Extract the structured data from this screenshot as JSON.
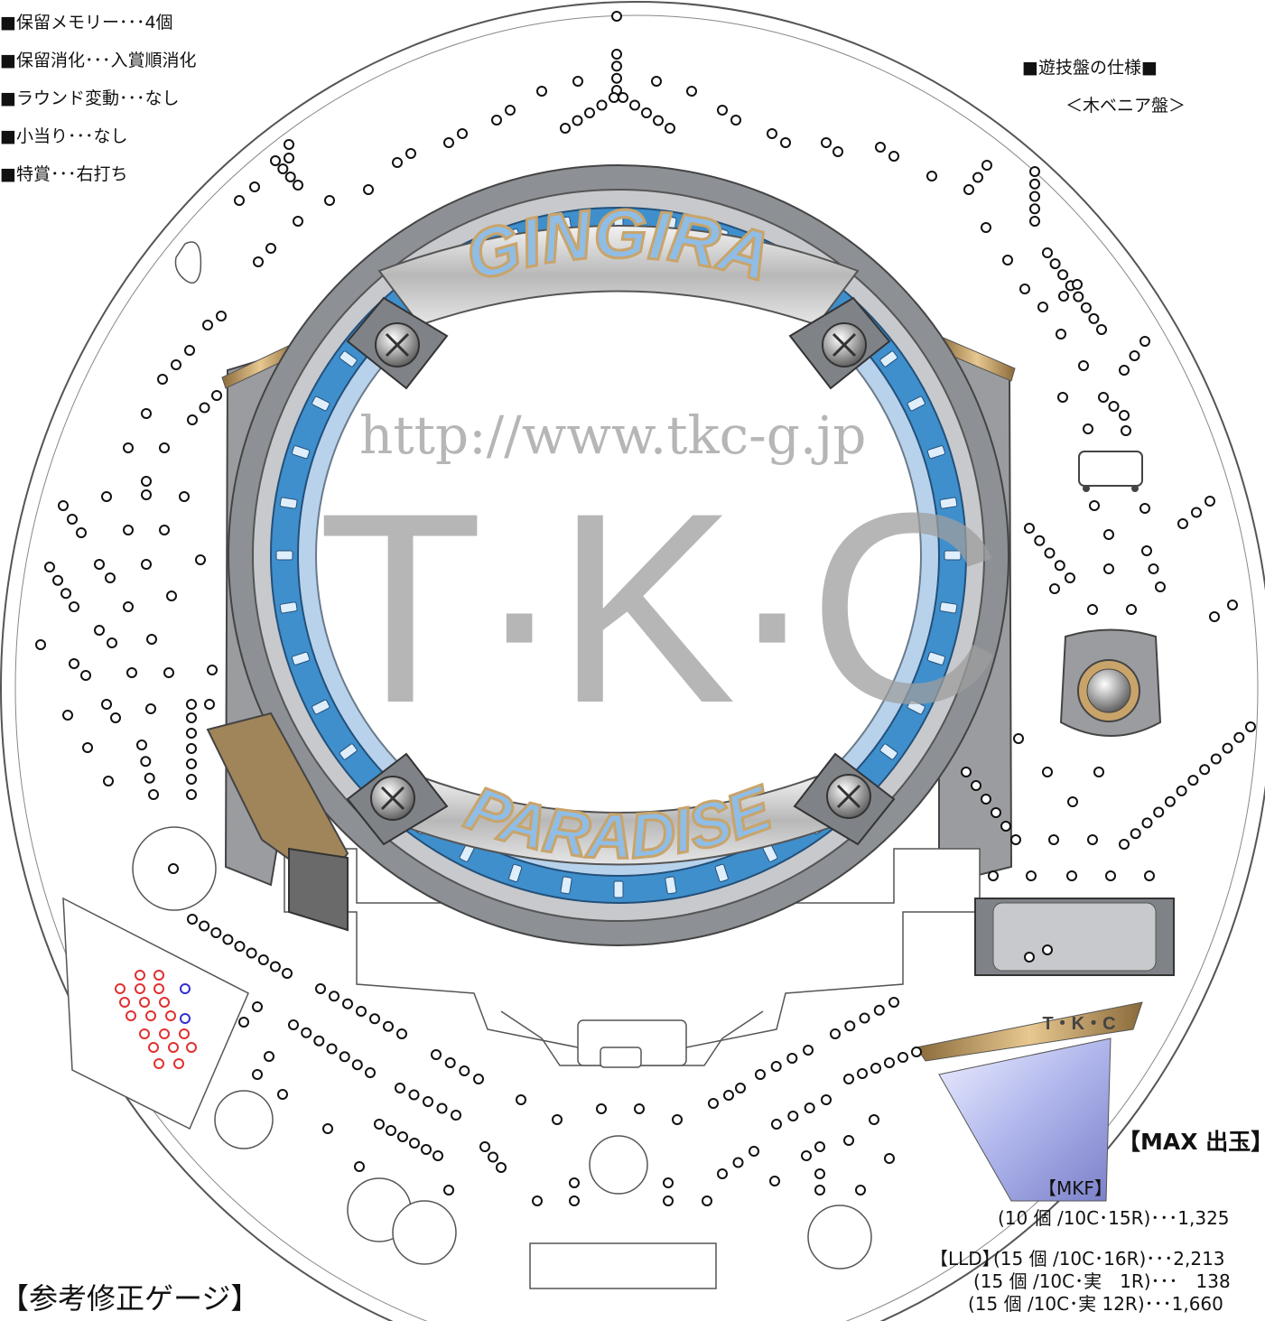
{
  "specs": [
    "■保留メモリー･･･4個",
    "■保留消化･･･入賞順消化",
    "■ラウンド変動･･･なし",
    "■小当り･･･なし",
    "■特賞･･･右打ち"
  ],
  "board": {
    "title": "■遊技盤の仕様■",
    "subtitle": "＜木ベニア盤＞",
    "logo_top": "GINGIRA",
    "logo_bottom": "PARADISE",
    "plate_label": "T・K・C"
  },
  "watermark": {
    "url": "http://www.tkc-g.jp",
    "brand": "T·K·C"
  },
  "max_out": {
    "title": "【MAX 出玉】",
    "mkf_label": "【MKF】",
    "mkf_rows": [
      "(10 個 /10C･15R)･･･1,325"
    ],
    "lld_label": "【LLD】",
    "lld_rows": [
      "(15 個 /10C･16R)･･･2,213",
      "(15 個 /10C･実　1R)･･･　138",
      "(15 個 /10C･実 12R)･･･1,660"
    ]
  },
  "gauge_title": "【参考修正ゲージ】",
  "colors": {
    "ring_blue": "#3f8fcc",
    "frame_gray": "#8a8d91",
    "logo_blue": "#8fbde6",
    "gold": "#c9a46a",
    "red_dot": "#e03030",
    "blue_dot": "#3030d0",
    "watermark": "#9e9e9e"
  }
}
